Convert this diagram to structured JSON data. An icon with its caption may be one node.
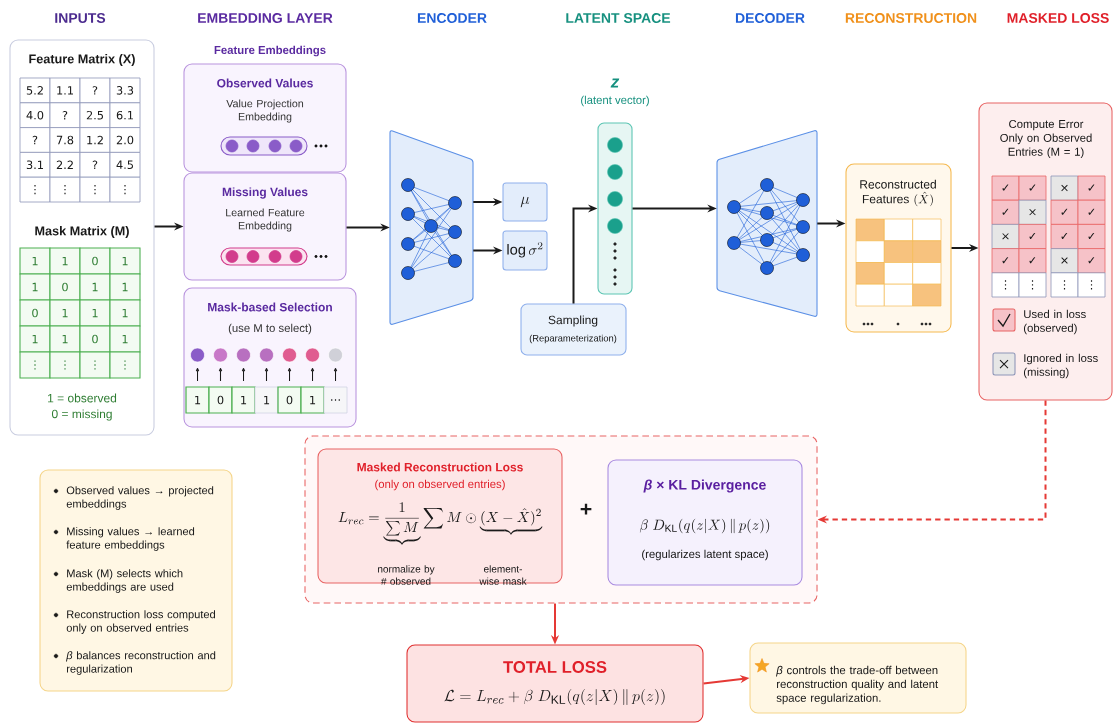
{
  "diagram": {
    "nodes": [
      {
        "text": [
          "Feature Matrix (X)",
          "Mask Matrix (M)",
          "1 = observed",
          "0 = missing"
        ]
      },
      {
        "text": [
          "Observed Values",
          "Value Projection Embedding"
        ]
      },
      {
        "text": [
          "Missing Values",
          "Learned Feature Embedding"
        ]
      },
      {
        "text": [
          "Mask-based Selection",
          "(use M to select)"
        ]
      },
      {
        "text": [],
        "shape": "trapezoid"
      },
      {
        "text": [
          "\\mu"
        ]
      },
      {
        "text": [
          "\\log \\sigma^2"
        ]
      },
      {
        "text": [
          "z",
          "(latent vector)"
        ]
      },
      {
        "text": [
          "Sampling",
          "(Reparameterization)"
        ]
      },
      {
        "text": [],
        "shape": "trapezoid"
      },
      {
        "text": [
          "Reconstructed Features",
          "(\\hat{X})"
        ]
      },
      {
        "text": [
          "Compute Error Only on Observed Entries (M = 1)"
        ]
      },
      {
        "text": [
          "Observed values → projected embeddings",
          "Missing values → learned feature embeddings",
          "Mask (M) selects which embeddings are used",
          "Reconstruction loss computed only on observed entries",
          "*β* balances reconstruction and regularization"
        ]
      },
      {
        "text": [],
        "shape": "box"
      },
      {
        "text": [
          "Masked Reconstruction Loss",
          "(only on observed entries)",
          "L_{rec} = \\underbrace{\\frac{1}{\\sum M}} \\sum M \\odot \\underbrace{(X-\\hat{X})^2}",
          "normalize by # observed",
          "element-wise mask"
        ],
        "in": 13
      },
      {
        "text": [
          "*β* × KL Divergence",
          "\\beta \\; D_{\\mathrm{KL}}(q(z|X) \\,\\|\\, p(z))",
          "(regularizes latent space)"
        ],
        "in": 13
      },
      {
        "text": [
          "TOTAL LOSS",
          "\\mathcal{L} = L_{rec} + \\beta \\; D_{\\mathrm{KL}}(q(z|X) \\,\\|\\, p(z))"
        ]
      },
      {
        "text": [
          "*β* controls the trade-off between reconstruction quality and latent space regularization."
        ]
      }
    ],
    "edges": [
      {
        "from": 0,
        "to": 2,
        "arrow": "to"
      },
      {
        "from": 2,
        "to": 4,
        "arrow": "to"
      },
      {
        "from": 4,
        "to": 5,
        "arrow": "to"
      },
      {
        "from": 4,
        "to": 6,
        "arrow": "to"
      },
      {
        "from": 8,
        "to": 7,
        "arrow": "to"
      },
      {
        "from": 7,
        "to": 9,
        "arrow": "to"
      },
      {
        "from": 9,
        "to": 10,
        "arrow": "to"
      },
      {
        "from": 10,
        "to": 11,
        "arrow": "to"
      },
      {
        "from": 11,
        "to": 13,
        "arrow": "to",
        "style": "dashed",
        "color": "#e53935"
      },
      {
        "from": 13,
        "to": 16,
        "arrow": "to",
        "color": "#e53935"
      },
      {
        "from": 16,
        "to": 17,
        "arrow": "to",
        "color": "#e53935"
      }
    ],
    "labels": [
      "INPUTS",
      "EMBEDDING LAYER",
      "ENCODER",
      "LATENT SPACE",
      "DECODER",
      "RECONSTRUCTION",
      "MASKED LOSS",
      "Feature Embeddings",
      "5.2",
      "1.1",
      "?",
      "3.3",
      "4.0",
      "?",
      "2.5",
      "6.1",
      "?",
      "7.8",
      "1.2",
      "2.0",
      "3.1",
      "2.2",
      "?",
      "4.5",
      "⋮",
      "⋮",
      "⋮",
      "⋮",
      "1",
      "1",
      "0",
      "1",
      "1",
      "0",
      "1",
      "1",
      "0",
      "1",
      "1",
      "1",
      "1",
      "1",
      "0",
      "1",
      "⋮",
      "⋮",
      "⋮",
      "⋮",
      "1",
      "0",
      "1",
      "1",
      "0",
      "1",
      "…",
      "✓",
      "✓",
      "×",
      "✓",
      "✓",
      "×",
      "✓",
      "✓",
      "×",
      "✓",
      "✓",
      "✓",
      "✓",
      "✓",
      "×",
      "✓",
      "⋮",
      "⋮",
      "⋮",
      "⋮",
      "+"
    ],
    "legend": [
      {
        "text": "Used in loss (observed)"
      },
      {
        "text": "Ignored in loss (missing)"
      }
    ]
  }
}
